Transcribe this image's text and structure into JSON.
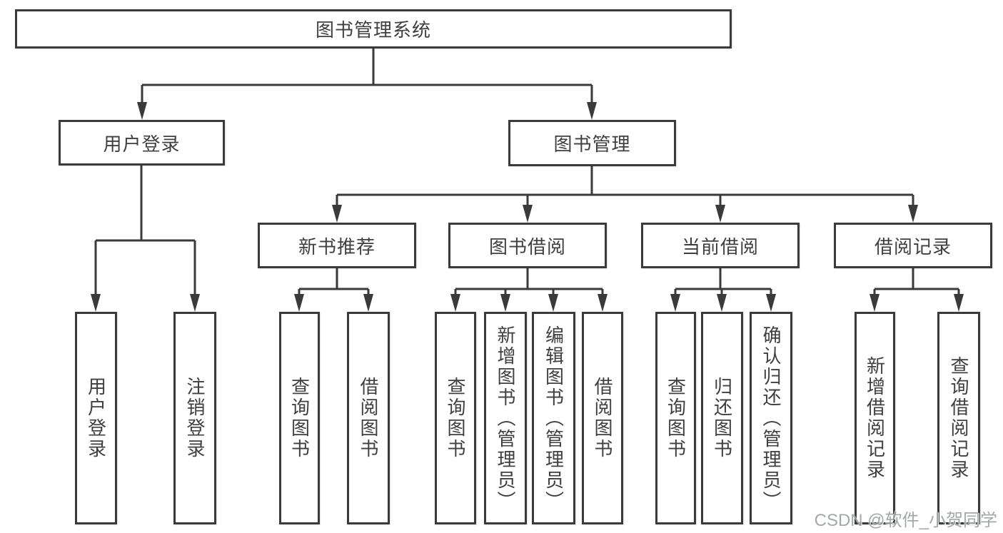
{
  "colors": {
    "line": "#3a3a3a",
    "box_border": "#3a3a3a",
    "box_background": "#ffffff",
    "text": "#3f3f3f",
    "watermark": "#9da0a4",
    "page_background": "#ffffff"
  },
  "nodes": {
    "root": {
      "label": "图书管理系统"
    },
    "level2": [
      {
        "label": "用户登录"
      },
      {
        "label": "图书管理"
      }
    ],
    "level3": [
      {
        "label": "新书推荐"
      },
      {
        "label": "图书借阅"
      },
      {
        "label": "当前借阅"
      },
      {
        "label": "借阅记录"
      }
    ],
    "leaves": [
      {
        "label": "用户登录"
      },
      {
        "label": "注销登录"
      },
      {
        "label": "查询图书"
      },
      {
        "label": "借阅图书"
      },
      {
        "label": "查询图书"
      },
      {
        "label": "新增图书（管理员）"
      },
      {
        "label": "编辑图书（管理员）"
      },
      {
        "label": "借阅图书"
      },
      {
        "label": "查询图书"
      },
      {
        "label": "归还图书"
      },
      {
        "label": "确认归还（管理员）"
      },
      {
        "label": "新增借阅记录"
      },
      {
        "label": "查询借阅记录"
      }
    ]
  },
  "watermark": {
    "text": "CSDN @软件_小贺同学"
  }
}
